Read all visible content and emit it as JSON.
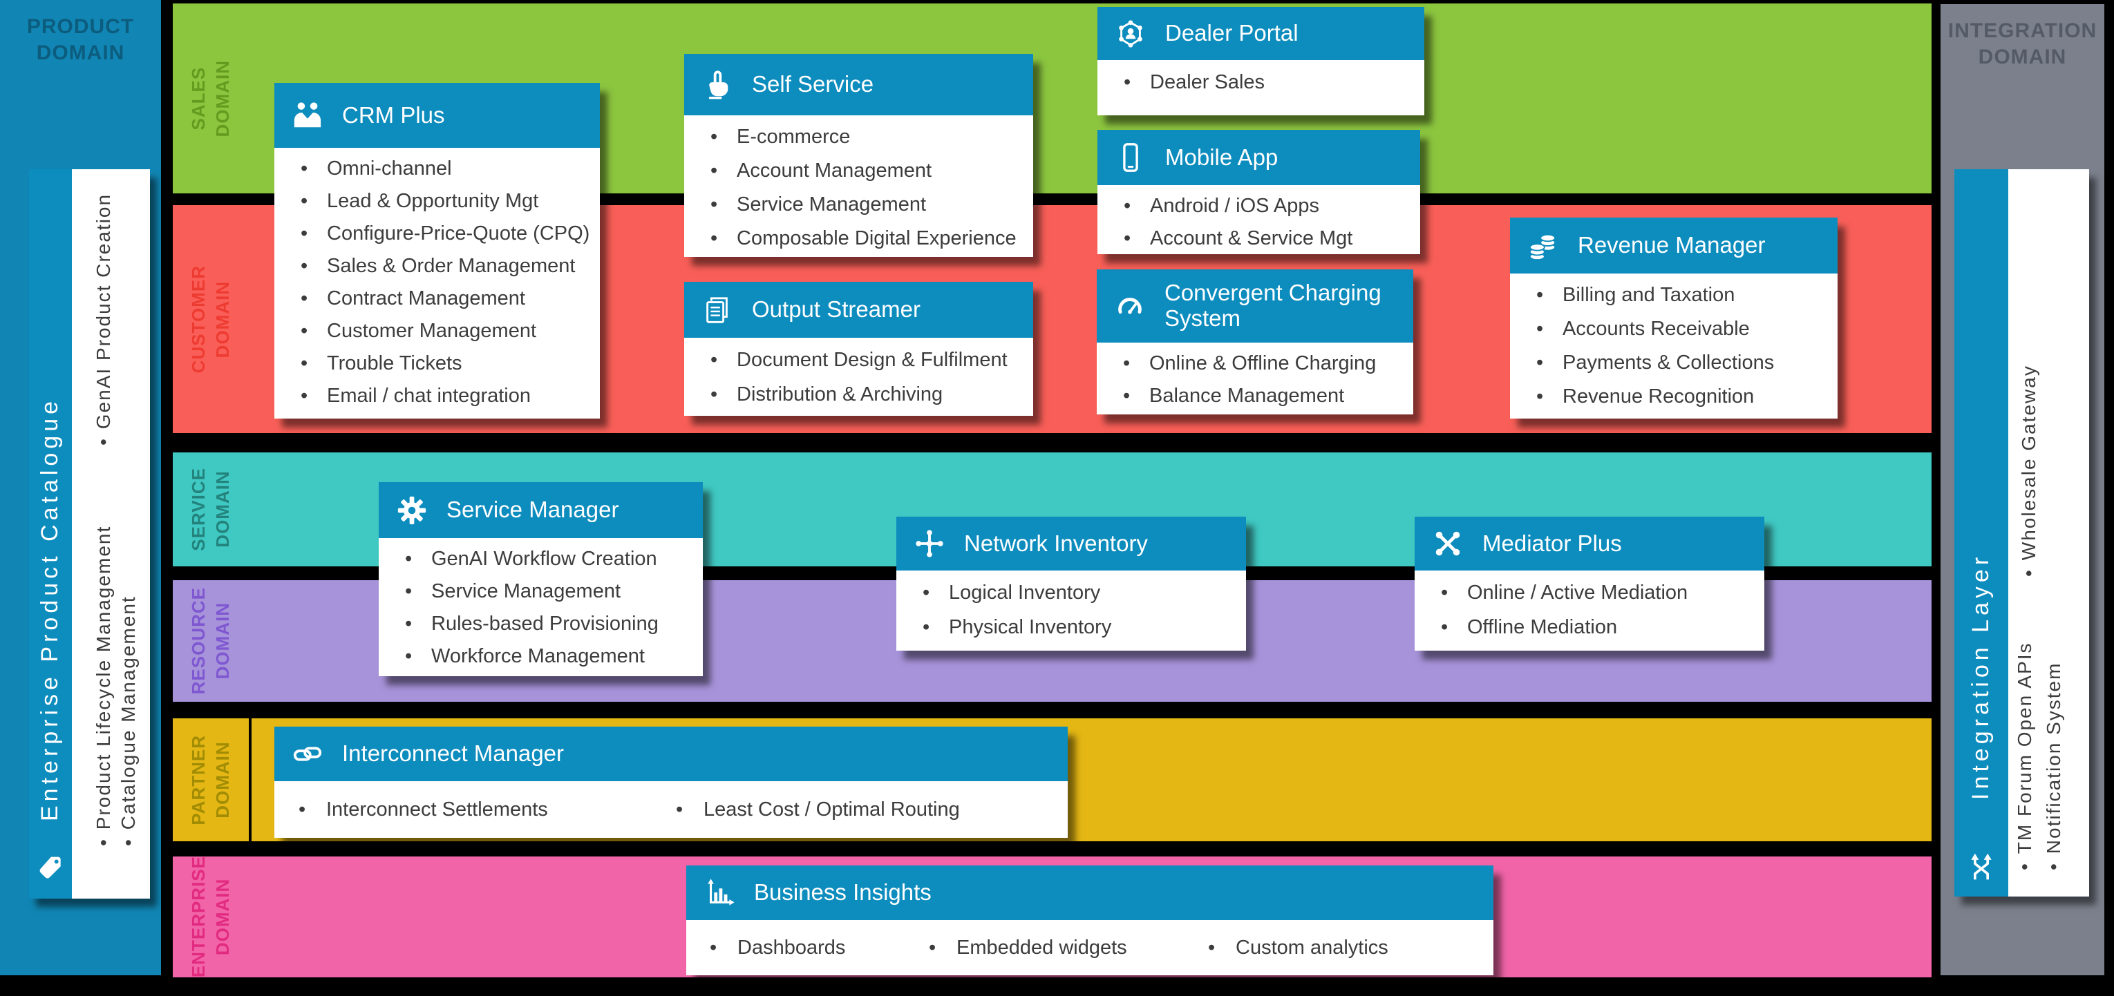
{
  "colors": {
    "background": "#000000",
    "card_header_blue": "#0d8cbe",
    "card_body_white": "#ffffff",
    "card_text": "#3c3c3c",
    "product_column_bg": "#1186b4",
    "product_column_label": "#0c5c7e",
    "integration_column_bg": "#7b808c",
    "integration_column_label": "#545a66",
    "bands": {
      "sales": {
        "bg": "#8cc63f",
        "label": "#649b1f"
      },
      "customer": {
        "bg": "#f95f58",
        "label": "#ee3b32"
      },
      "service": {
        "bg": "#40c9c3",
        "label": "#23837c"
      },
      "resource": {
        "bg": "#a793da",
        "label": "#7e57d1"
      },
      "partner": {
        "bg": "#e4b714",
        "label": "#a18c04"
      },
      "enterprise": {
        "bg": "#f264a8",
        "label": "#e12a80"
      }
    }
  },
  "product_column": {
    "line1": "PRODUCT",
    "line2": "DOMAIN"
  },
  "integration_column": {
    "line1": "INTEGRATION",
    "line2": "DOMAIN"
  },
  "domains": [
    {
      "id": "sales",
      "line1": "SALES",
      "line2": "DOMAIN"
    },
    {
      "id": "customer",
      "line1": "CUSTOMER",
      "line2": "DOMAIN"
    },
    {
      "id": "service",
      "line1": "SERVICE",
      "line2": "DOMAIN"
    },
    {
      "id": "resource",
      "line1": "RESOURCE",
      "line2": "DOMAIN"
    },
    {
      "id": "partner",
      "line1": "PARTNER",
      "line2": "DOMAIN"
    },
    {
      "id": "enterprise",
      "line1": "ENTERPRISE",
      "line2": "DOMAIN"
    }
  ],
  "products": [
    {
      "id": "crm-plus",
      "title": "CRM Plus",
      "icon": "handshake-icon",
      "items": [
        "Omni-channel",
        "Lead & Opportunity Mgt",
        "Configure-Price-Quote (CPQ)",
        "Sales & Order Management",
        "Contract Management",
        "Customer Management",
        "Trouble Tickets",
        "Email / chat integration"
      ]
    },
    {
      "id": "self-service",
      "title": "Self Service",
      "icon": "tap-hand-icon",
      "items": [
        "E-commerce",
        "Account Management",
        "Service Management",
        "Composable Digital Experience"
      ]
    },
    {
      "id": "dealer-portal",
      "title": "Dealer Portal",
      "icon": "partner-network-icon",
      "items": [
        "Dealer Sales"
      ]
    },
    {
      "id": "mobile-app",
      "title": "Mobile App",
      "icon": "smartphone-icon",
      "items": [
        "Android / iOS Apps",
        "Account & Service Mgt"
      ]
    },
    {
      "id": "output-streamer",
      "title": "Output Streamer",
      "icon": "documents-icon",
      "items": [
        "Document Design & Fulfilment",
        "Distribution & Archiving"
      ]
    },
    {
      "id": "convergent-charging",
      "title": "Convergent Charging System",
      "icon": "gauge-icon",
      "items": [
        "Online & Offline Charging",
        "Balance Management"
      ]
    },
    {
      "id": "revenue-manager",
      "title": "Revenue Manager",
      "icon": "coins-icon",
      "items": [
        "Billing and Taxation",
        "Accounts Receivable",
        "Payments & Collections",
        "Revenue Recognition"
      ]
    },
    {
      "id": "service-manager",
      "title": "Service Manager",
      "icon": "gear-icon",
      "items": [
        "GenAI Workflow Creation",
        "Service Management",
        "Rules-based Provisioning",
        "Workforce Management"
      ]
    },
    {
      "id": "network-inventory",
      "title": "Network Inventory",
      "icon": "node-cross-icon",
      "items": [
        "Logical Inventory",
        "Physical Inventory"
      ]
    },
    {
      "id": "mediator-plus",
      "title": "Mediator Plus",
      "icon": "crossed-links-icon",
      "items": [
        "Online / Active Mediation",
        "Offline Mediation"
      ]
    },
    {
      "id": "interconnect-manager",
      "title": "Interconnect Manager",
      "icon": "chain-links-icon",
      "items": [
        "Interconnect Settlements",
        "Least Cost / Optimal Routing"
      ]
    },
    {
      "id": "business-insights",
      "title": "Business Insights",
      "icon": "bar-chart-icon",
      "items": [
        "Dashboards",
        "Embedded widgets",
        "Custom analytics"
      ]
    }
  ],
  "enterprise_product_catalogue": {
    "title": "Enterprise Product Catalogue",
    "icon": "tag-icon",
    "items": [
      "GenAI Product Creation",
      "Product Lifecycle Management",
      "Catalogue Management"
    ]
  },
  "integration_layer": {
    "title": "Integration Layer",
    "icon": "shuffle-icon",
    "items": [
      "Wholesale Gateway",
      "TM Forum Open APIs",
      "Notification System"
    ]
  }
}
